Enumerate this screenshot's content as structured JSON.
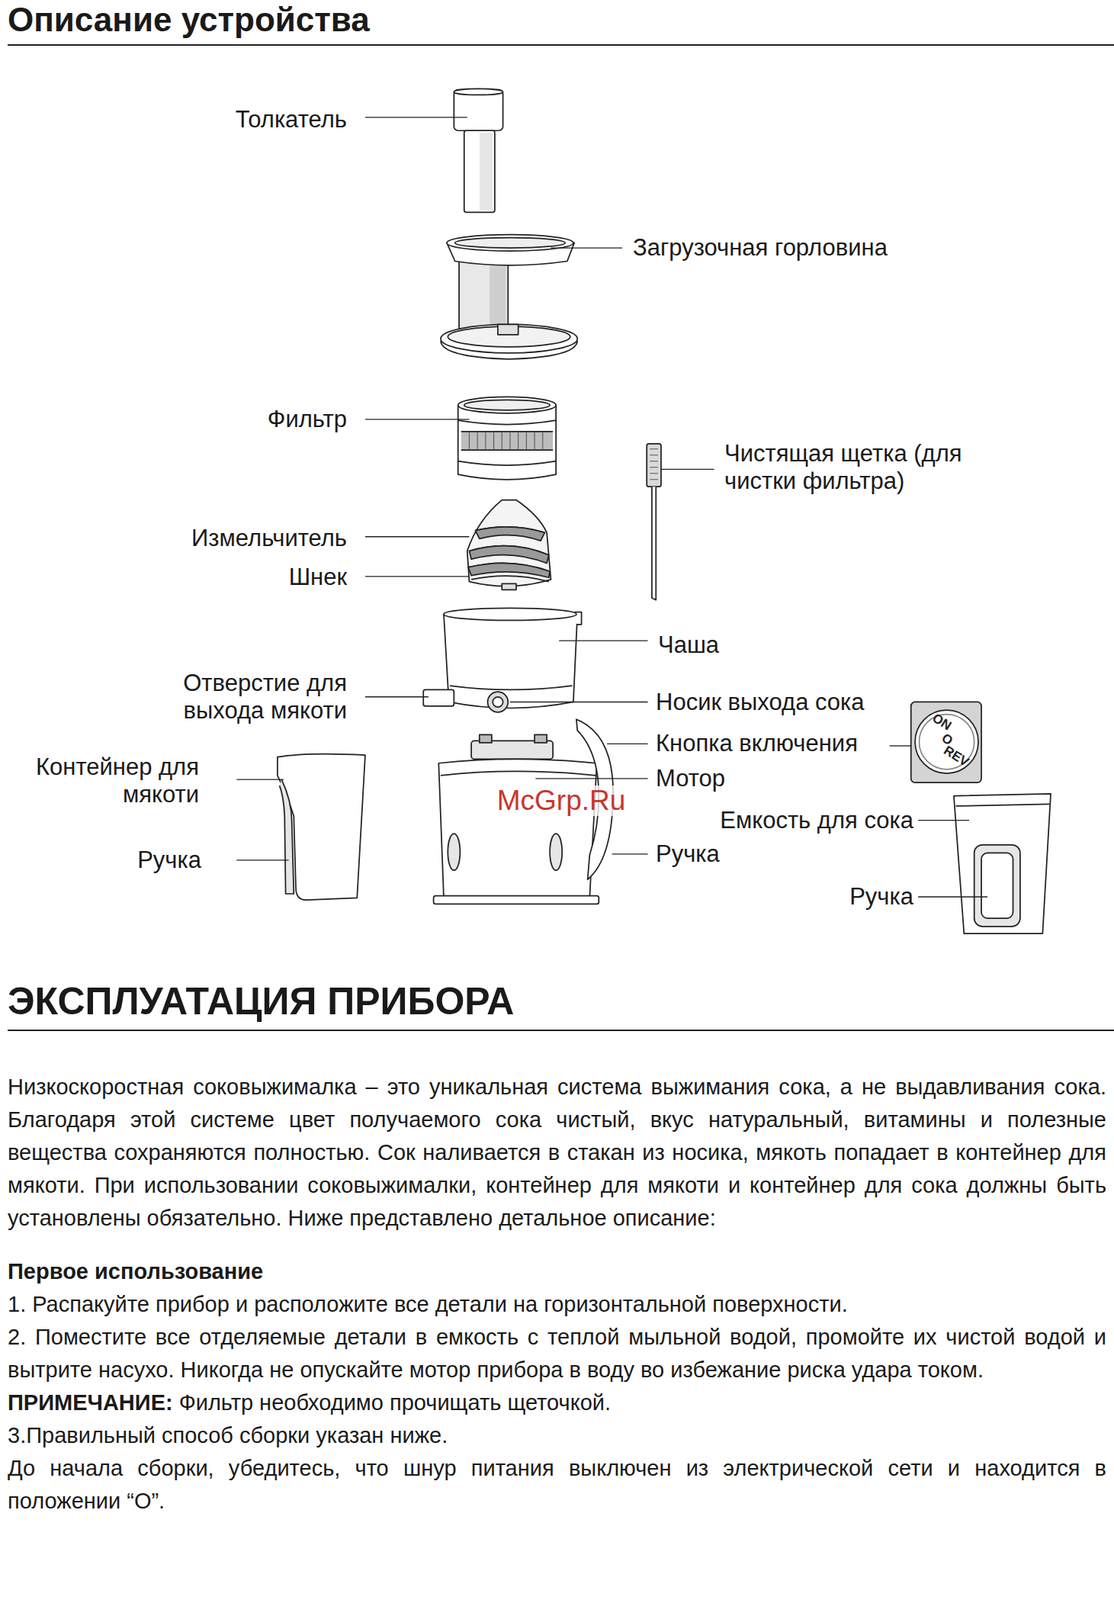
{
  "diagram": {
    "title": "Описание устройства",
    "labels": [
      "Толкатель",
      "Загрузочная горловина",
      "Фильтр",
      "Чистящая щетка (для чистки фильтра)",
      "Измельчитель",
      "Шнек",
      "Чаша",
      "Отверстие для выхода мякоти",
      "Носик выхода сока",
      "Контейнер для мякоти",
      "Кнопка включения",
      "ON",
      "O",
      "REV",
      "Мотор",
      "McGrp.Ru",
      "Емкость для сока",
      "Ручка",
      "Ручка",
      "Ручка",
      "ЭКСПЛУАТАЦИЯ ПРИБОРА",
      "Низкоскоростная соковыжималка – это уникальная система выжимания сока, а не выдавливания сока. Благодаря этой системе цвет получаемого сока чистый, вкус натуральный, витамины и полезные вещества сохраняются полностью. Сок наливается в стакан из носика, мякоть попадает в контейнер для мякоти. При использовании соковыжималки, контейнер для мякоти и контейнер для сока должны быть установлены обязательно. Ниже представлено детальное описание:",
      "Первое использование",
      "1. Распакуйте прибор и расположите все детали на горизонтальной поверхности.",
      "2. Поместите все отделяемые детали в емкость с теплой мыльной водой, промойте их чистой водой и вытрите насухо. Никогда не опускайте мотор прибора в воду во избежание риска удара током.",
      "ПРИМЕЧАНИЕ:",
      "Фильтр необходимо прочищать щеточкой.",
      "3.Правильный способ сборки указан ниже.",
      "До начала сборки, убедитесь, что шнур питания выключен из электрической сети и находится в положении “O”."
    ]
  }
}
